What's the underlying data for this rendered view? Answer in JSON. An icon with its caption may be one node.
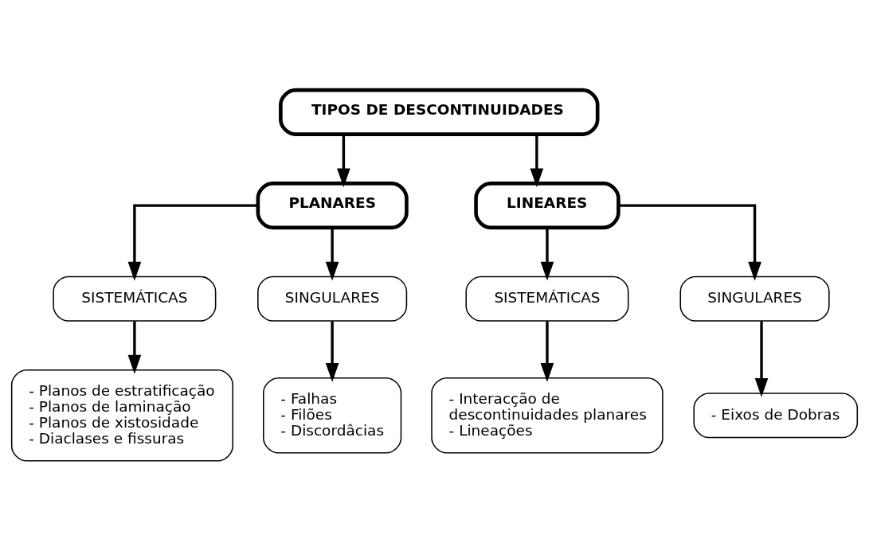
{
  "diagram": {
    "nodes": [
      {
        "text": [
          "TIPOS DE DESCONTINUIDADES"
        ]
      },
      {
        "text": [
          "PLANARES"
        ]
      },
      {
        "text": [
          "LINEARES"
        ]
      },
      {
        "text": [
          "SISTEMÁTICAS"
        ]
      },
      {
        "text": [
          "SINGULARES"
        ]
      },
      {
        "text": [
          "SISTEMÁTICAS"
        ]
      },
      {
        "text": [
          "SINGULARES"
        ]
      },
      {
        "text": [
          "- Planos de estratificação",
          "- Planos de laminação",
          "- Planos de xistosidade",
          "- Diaclases e fissuras"
        ]
      },
      {
        "text": [
          "- Falhas",
          "- Filões",
          "- Discordâcias"
        ]
      },
      {
        "text": [
          "- Interacção de descontinuidades planares",
          "- Lineações"
        ]
      },
      {
        "text": [
          "- Eixos de Dobras"
        ]
      }
    ],
    "edges": [
      {
        "from": 0,
        "to": 1,
        "arrow": "to"
      },
      {
        "from": 0,
        "to": 2,
        "arrow": "to"
      },
      {
        "from": 1,
        "to": 3,
        "arrow": "to"
      },
      {
        "from": 1,
        "to": 4,
        "arrow": "to"
      },
      {
        "from": 2,
        "to": 5,
        "arrow": "to"
      },
      {
        "from": 2,
        "to": 6,
        "arrow": "to"
      },
      {
        "from": 3,
        "to": 7,
        "arrow": "to"
      },
      {
        "from": 4,
        "to": 8,
        "arrow": "to"
      },
      {
        "from": 5,
        "to": 9,
        "arrow": "to"
      },
      {
        "from": 6,
        "to": 10,
        "arrow": "to"
      }
    ]
  }
}
